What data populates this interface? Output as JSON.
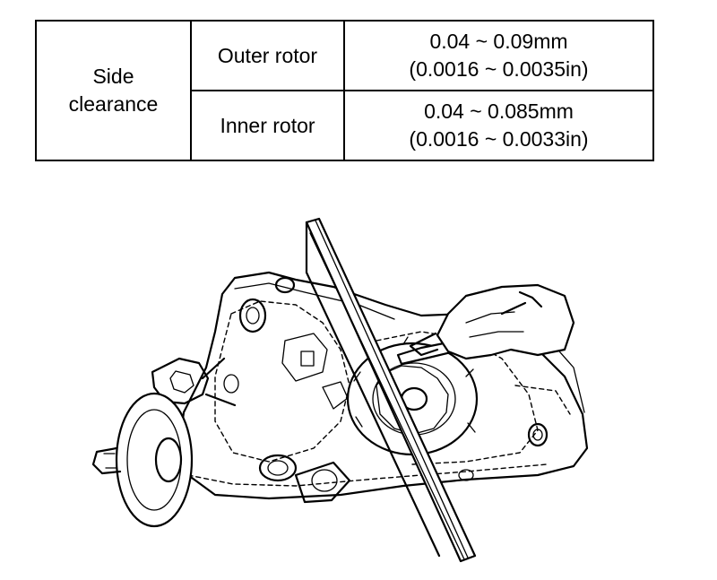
{
  "spec_table": {
    "parameter": [
      "Side",
      "clearance"
    ],
    "rows": [
      {
        "part": "Outer rotor",
        "metric": "0.04 ~ 0.09mm",
        "imperial": "(0.0016 ~ 0.0035in)"
      },
      {
        "part": "Inner rotor",
        "metric": "0.04 ~ 0.085mm",
        "imperial": "(0.0016 ~ 0.0033in)"
      }
    ]
  },
  "illustration": {
    "icon": "oil-pump-side-clearance-drawing"
  }
}
